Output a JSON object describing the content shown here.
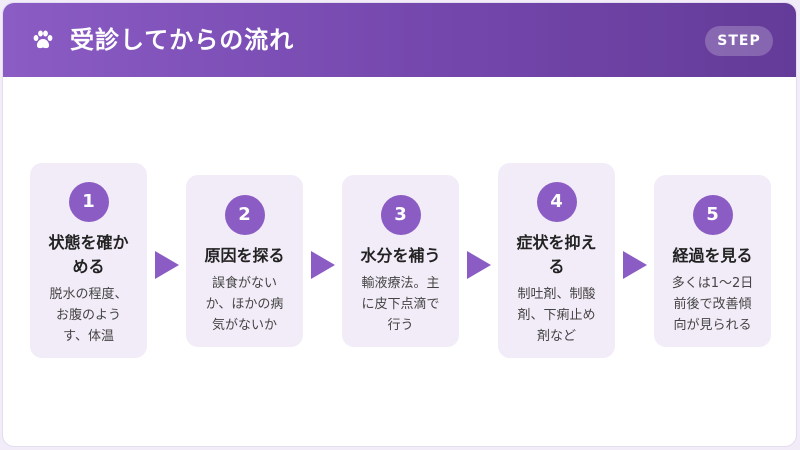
{
  "header": {
    "title": "受診してからの流れ",
    "badge": "STEP",
    "icon": "paw-icon"
  },
  "steps": [
    {
      "number": "1",
      "title_lines": [
        "状態を確か",
        "める"
      ],
      "desc_lines": [
        "脱水の程度、",
        "お腹のよう",
        "す、体温"
      ]
    },
    {
      "number": "2",
      "title_lines": [
        "原因を探る"
      ],
      "desc_lines": [
        "誤食がない",
        "か、ほかの病",
        "気がないか"
      ]
    },
    {
      "number": "3",
      "title_lines": [
        "水分を補う"
      ],
      "desc_lines": [
        "輸液療法。主",
        "に皮下点滴で",
        "行う"
      ]
    },
    {
      "number": "4",
      "title_lines": [
        "症状を抑え",
        "る"
      ],
      "desc_lines": [
        "制吐剤、制酸",
        "剤、下痢止め",
        "剤など"
      ]
    },
    {
      "number": "5",
      "title_lines": [
        "経過を見る"
      ],
      "desc_lines": [
        "多くは1〜2日",
        "前後で改善傾",
        "向が見られる"
      ]
    }
  ],
  "colors": {
    "accent": "#8a5cc4",
    "header_start": "#8a5cc4",
    "header_end": "#643b98",
    "card_bg": "#f2ecf8"
  }
}
